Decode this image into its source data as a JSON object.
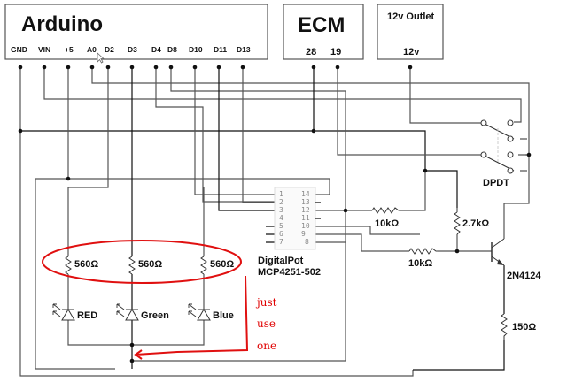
{
  "arduino": {
    "title": "Arduino",
    "pins": [
      "GND",
      "VIN",
      "+5",
      "A0",
      "D2",
      "D3",
      "D4",
      "D8",
      "D10",
      "D11",
      "D13"
    ]
  },
  "ecm": {
    "title": "ECM",
    "pins": [
      "28",
      "19"
    ]
  },
  "outlet": {
    "title": "12v Outlet",
    "pins": [
      "12v"
    ]
  },
  "digipot": {
    "name": "DigitalPot",
    "part": "MCP4251-502",
    "left_pins": [
      "1",
      "2",
      "3",
      "4",
      "5",
      "6",
      "7"
    ],
    "right_pins": [
      "14",
      "13",
      "12",
      "11",
      "10",
      "9",
      "8"
    ]
  },
  "switch": {
    "label": "DPDT"
  },
  "resistors": {
    "r_pot": "10kΩ",
    "r_base": "10kΩ",
    "r_pullup": "2.7kΩ",
    "r_led_red": "560Ω",
    "r_led_green": "560Ω",
    "r_led_blue": "560Ω",
    "r_emitter": "150Ω"
  },
  "transistor": {
    "label": "2N4124"
  },
  "leds": {
    "red": "RED",
    "green": "Green",
    "blue": "Blue"
  },
  "annotation": {
    "lines": [
      "just",
      "use",
      "one"
    ],
    "color": "#e01010"
  }
}
